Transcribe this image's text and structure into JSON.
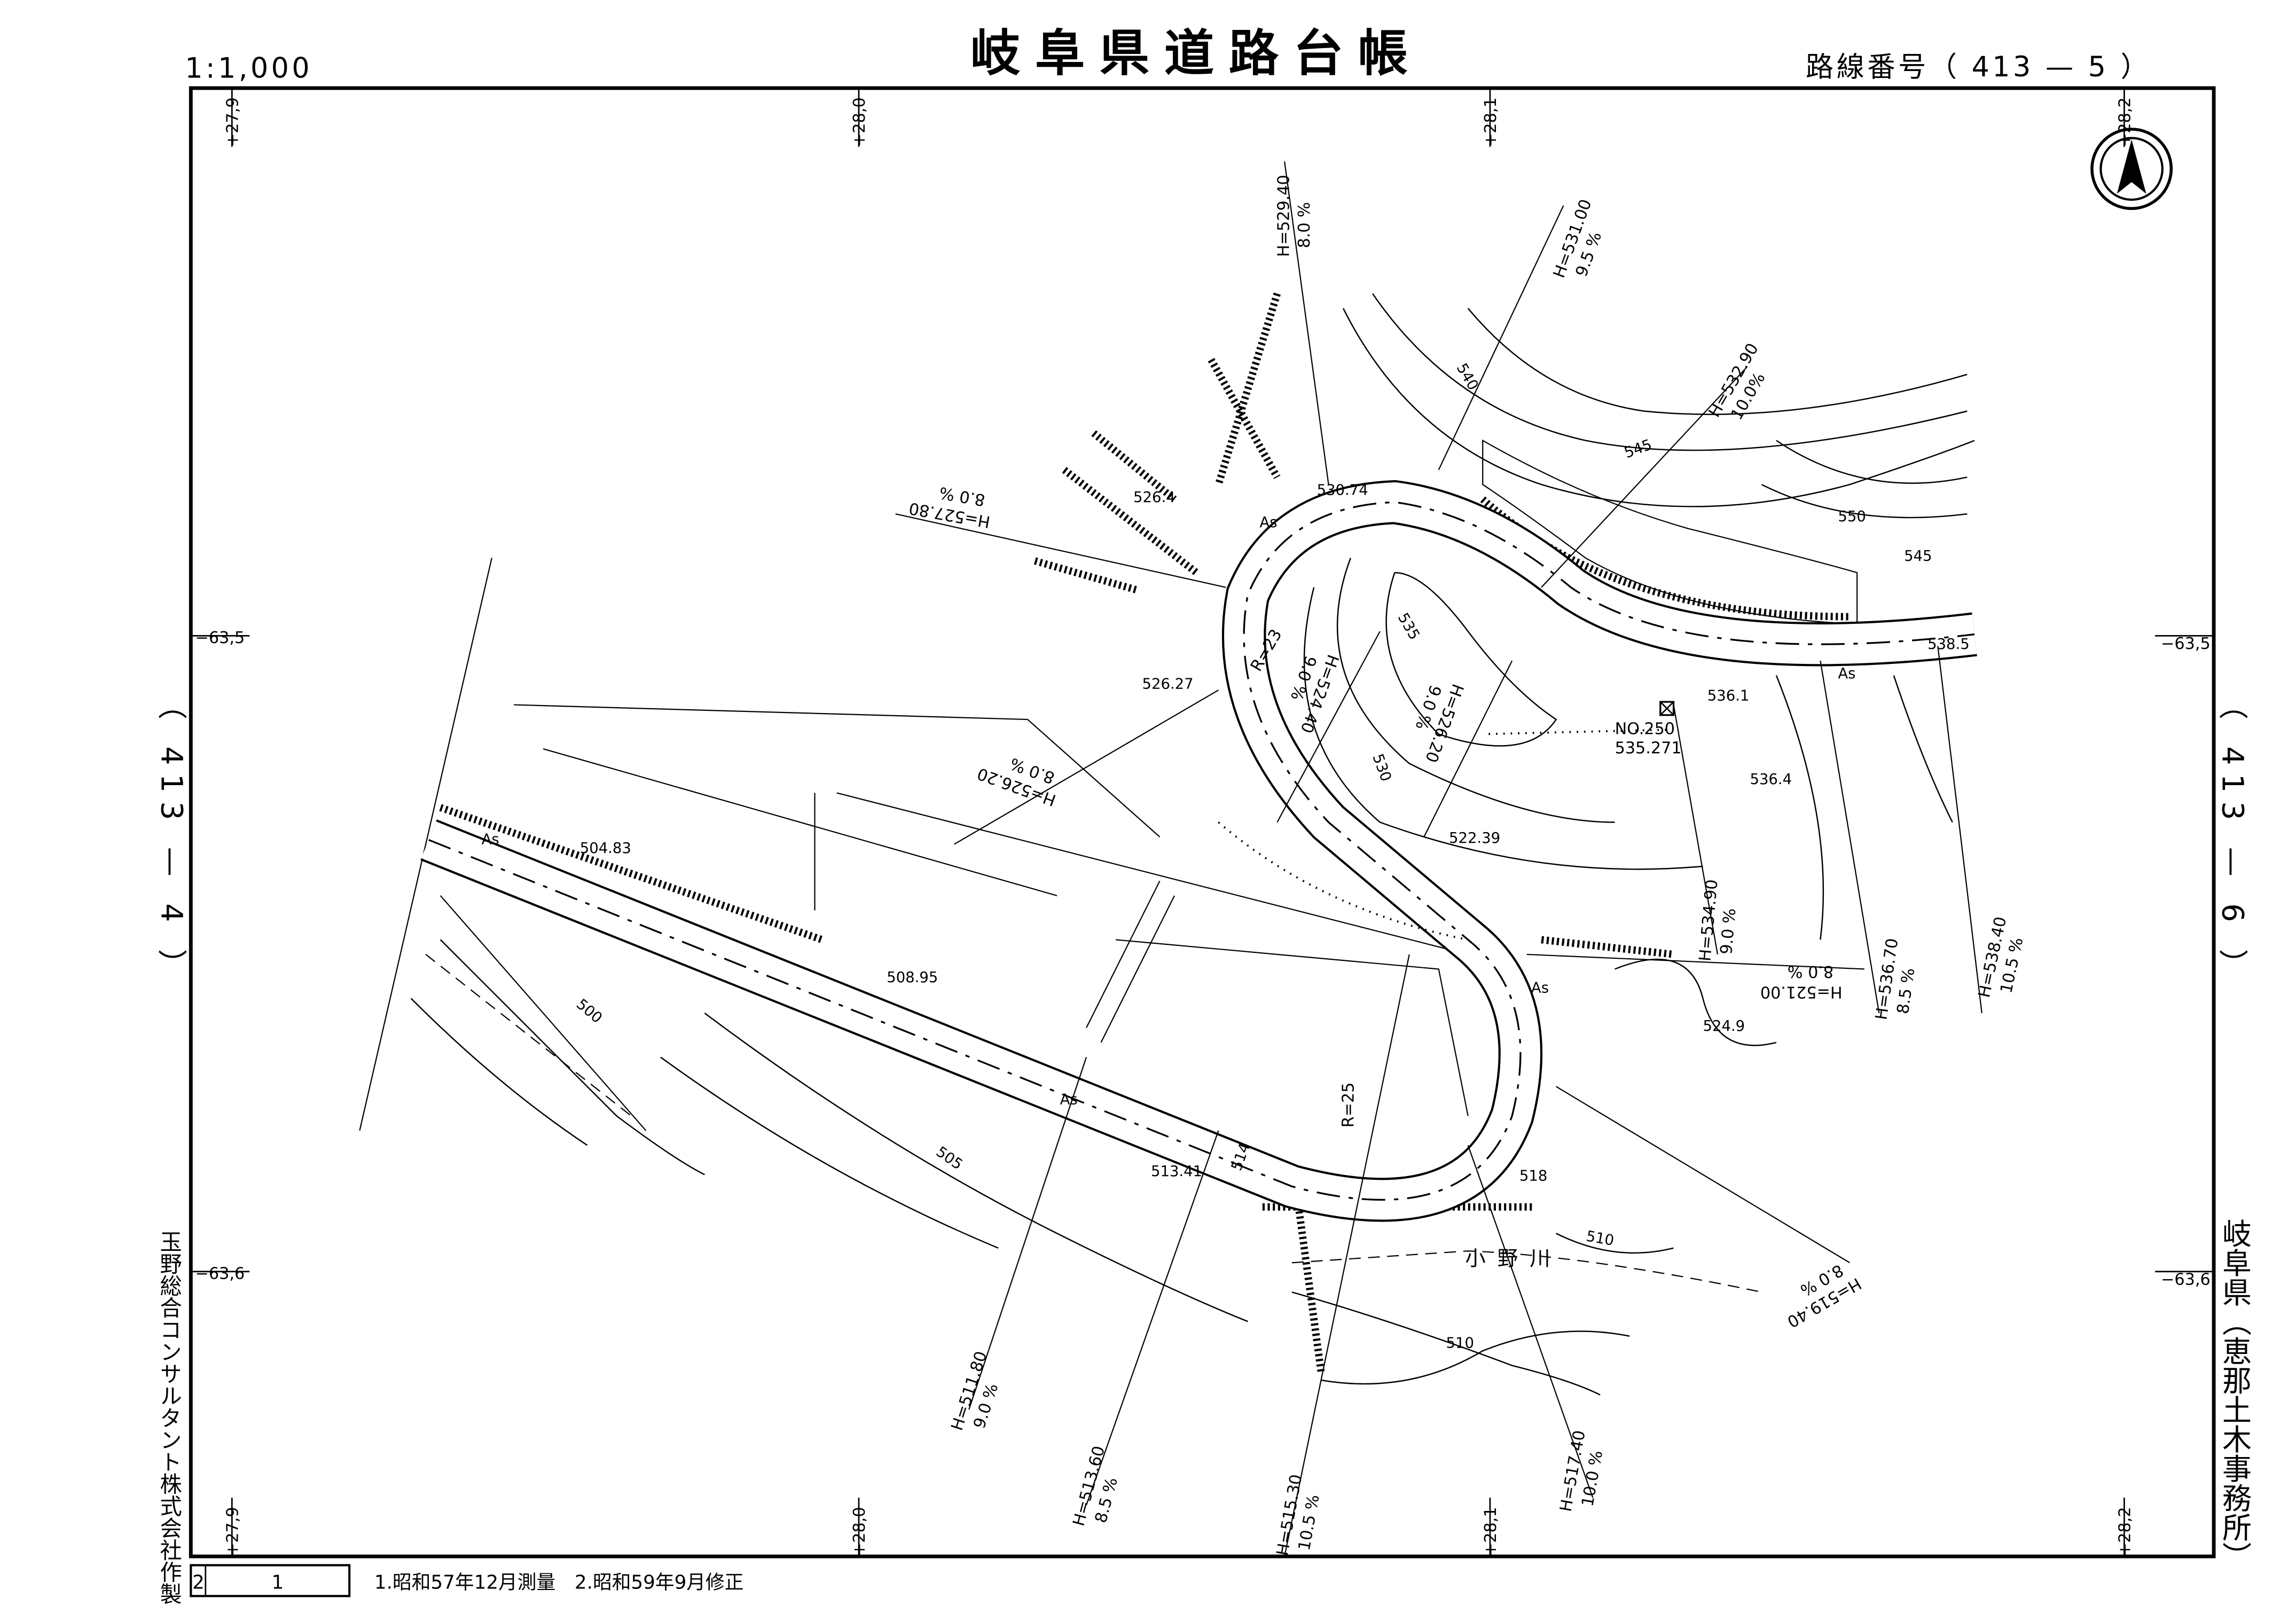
{
  "header": {
    "scale": "1:1,000",
    "title": "岐阜県道路台帳",
    "route_number": "路線番号（ 413 — 5 ）"
  },
  "grid": {
    "x_labels": [
      "+27,9",
      "+28,0",
      "+28,1",
      "+28,2"
    ],
    "y_labels": [
      "−63,5",
      "−63,6"
    ]
  },
  "adjacent_sheets": {
    "left": "（ 413 — 4 ）",
    "right": "（ 413 — 6 ）"
  },
  "credits": {
    "maker": "玉野総合コンサルタント株式会社作製",
    "owner": "岐阜県（恵那土木事務所）"
  },
  "footer": {
    "sheet_box_left": "2",
    "sheet_box_right": "1",
    "notes": "1.昭和57年12月測量　2.昭和59年9月修正"
  },
  "north_arrow": "north-arrow",
  "map": {
    "gradients": [
      {
        "h": "H=529.40",
        "pct": "8.0 %"
      },
      {
        "h": "H=531.00",
        "pct": "9.5 %"
      },
      {
        "h": "H=532.90",
        "pct": "10.0%"
      },
      {
        "h": "H=527.80",
        "pct": "8.0 %"
      },
      {
        "h": "H=524.40",
        "pct": "9.0 %"
      },
      {
        "h": "H=526.20",
        "pct": "9.0 %"
      },
      {
        "h": "H=526.20",
        "pct": "8.0 %"
      },
      {
        "h": "H=534.90",
        "pct": "9.0 %"
      },
      {
        "h": "H=521.00",
        "pct": "8.0 %"
      },
      {
        "h": "H=536.70",
        "pct": "8.5 %"
      },
      {
        "h": "H=538.40",
        "pct": "10.5 %"
      },
      {
        "h": "H=519.40",
        "pct": "8.0 %"
      },
      {
        "h": "H=511.80",
        "pct": "9.0 %"
      },
      {
        "h": "H=513.60",
        "pct": "8.5 %"
      },
      {
        "h": "H=515.30",
        "pct": "10.5 %"
      },
      {
        "h": "H=517.40",
        "pct": "10.0 %"
      }
    ],
    "spot_heights": [
      "526.4",
      "530.74",
      "526.27",
      "536.1",
      "538.5",
      "536.4",
      "504.83",
      "522.39",
      "508.95",
      "524.9",
      "513.41",
      "518"
    ],
    "benchmark": {
      "name": "NO.250",
      "value": "535.271"
    },
    "contours": [
      "540",
      "545",
      "550",
      "545",
      "535",
      "530",
      "500",
      "505",
      "510",
      "510",
      "514"
    ],
    "surface": "As",
    "radii": [
      "R=23",
      "R=25"
    ],
    "river": "小野川"
  }
}
